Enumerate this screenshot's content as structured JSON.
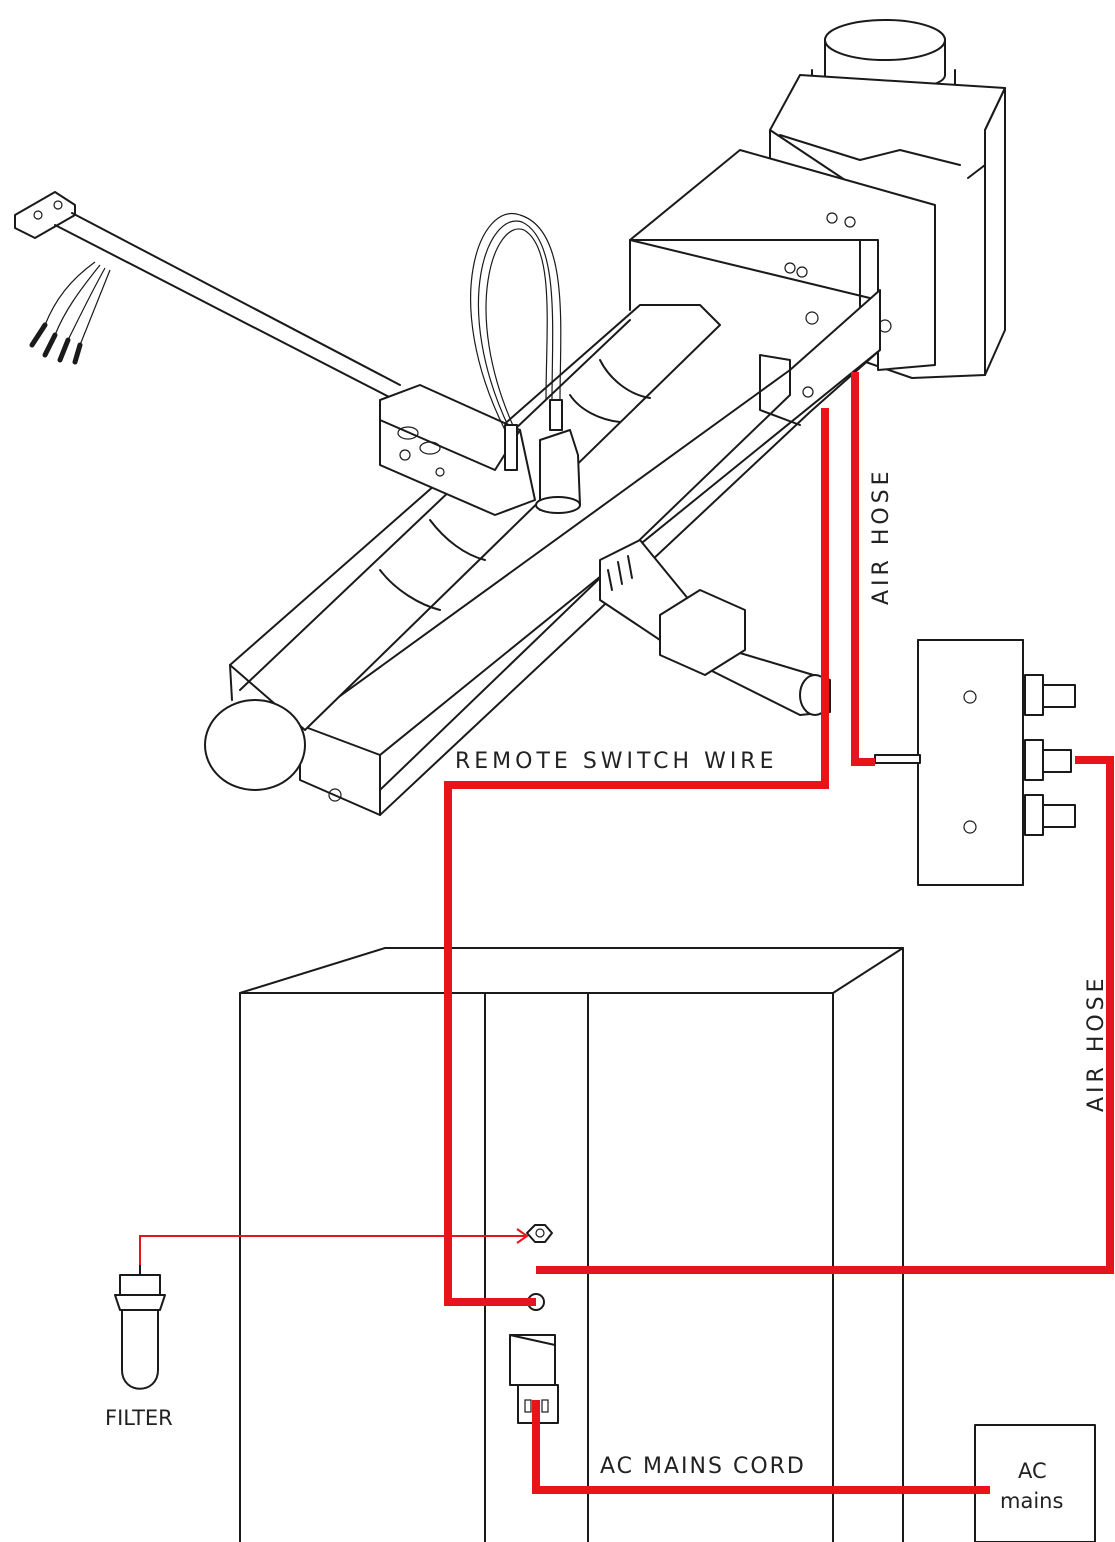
{
  "labels": {
    "air_hose_top": "AIR HOSE",
    "air_hose_right": "AIR HOSE",
    "remote_switch_wire": "REMOTE SWITCH WIRE",
    "ac_mains_cord": "AC MAINS CORD",
    "filter": "FILTER",
    "ac_mains_line1": "AC",
    "ac_mains_line2": "mains"
  },
  "colors": {
    "connection_line": "#e8141b",
    "outline": "#1a1a1a",
    "background": "#ffffff"
  }
}
